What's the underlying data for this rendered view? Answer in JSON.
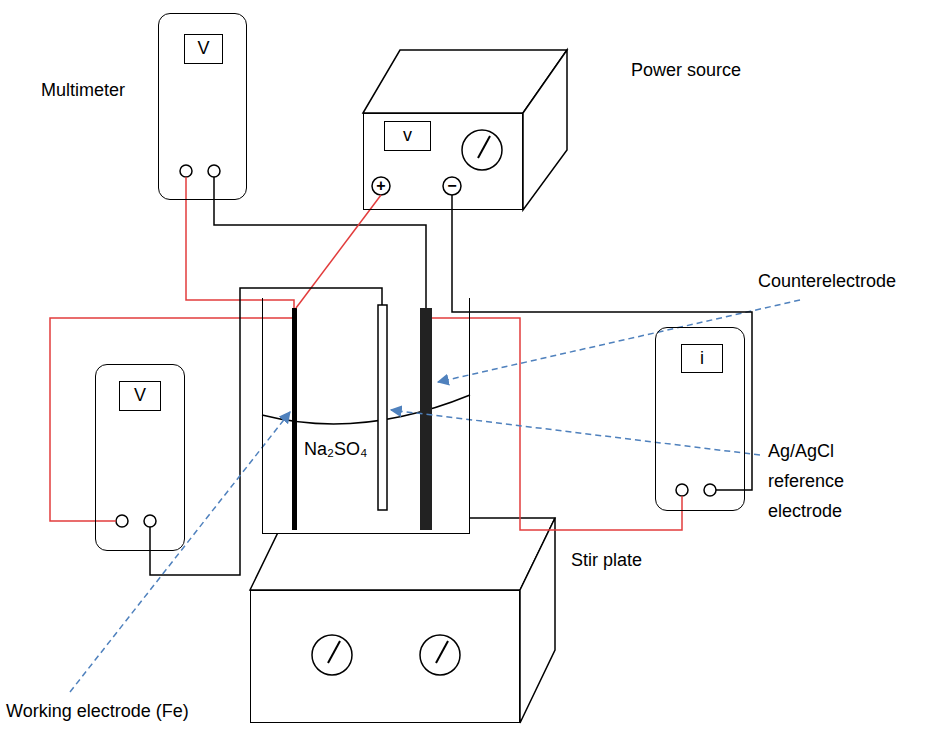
{
  "diagram": {
    "nodes": [
      {
        "text": [
          "Multimeter",
          "V"
        ]
      },
      {
        "text": [
          "Power source",
          "v"
        ]
      },
      {
        "text": [
          "Na₂SO₄"
        ]
      },
      {
        "text": [
          "i"
        ]
      },
      {
        "text": [
          "V"
        ]
      },
      {
        "text": [
          "Stir plate"
        ]
      }
    ],
    "edges": [
      {
        "from": 1,
        "to": 3,
        "arrow": "none"
      }
    ],
    "labels": [
      "+",
      "−",
      "Counterelectrode",
      "Ag/AgCl reference electrode",
      "Working electrode (Fe)"
    ]
  }
}
